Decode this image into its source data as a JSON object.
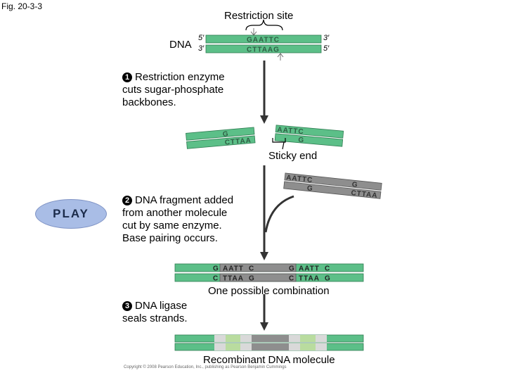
{
  "figure_label": "Fig. 20-3-3",
  "restriction_site_label": "Restriction site",
  "dna_label": "DNA",
  "strand_ends": {
    "five_prime": "5′",
    "three_prime": "3′"
  },
  "site_top": "GAATTC",
  "site_bottom": "CTTAAG",
  "steps": [
    {
      "num": "1",
      "text": "Restriction enzyme\ncuts sugar-phosphate\nbackbones."
    },
    {
      "num": "2",
      "text": "DNA fragment added\nfrom another molecule\ncut by same enzyme.\nBase pairing occurs."
    },
    {
      "num": "3",
      "text": "DNA ligase\nseals strands."
    }
  ],
  "cut_left": {
    "top": "G",
    "bottom": "CTTAA"
  },
  "cut_right": {
    "top": "AATTC",
    "bottom": "G"
  },
  "sticky_end_label": "Sticky end",
  "fragment": {
    "top_left": "AATTC",
    "bottom_left": "G",
    "top_right": "G",
    "bottom_right": "CTTAA"
  },
  "combination": {
    "top": [
      "G",
      "AATT",
      "C",
      "G",
      "AATT",
      "C"
    ],
    "bottom": [
      "C",
      "TTAA",
      "G",
      "C",
      "TTAA",
      "G"
    ]
  },
  "combination_label": "One possible combination",
  "recombinant_label": "Recombinant DNA molecule",
  "play_label": "PLAY",
  "copyright": "Copyright © 2008 Pearson Education, Inc., publishing as Pearson Benjamin Cummings",
  "colors": {
    "strand_green": "#5cbf88",
    "strand_edge": "#2f7d52",
    "fragment_gray": "#8e8e8e",
    "light_green": "#b9dc9f",
    "light_gray": "#d9d9d9",
    "arrow": "#333333"
  }
}
